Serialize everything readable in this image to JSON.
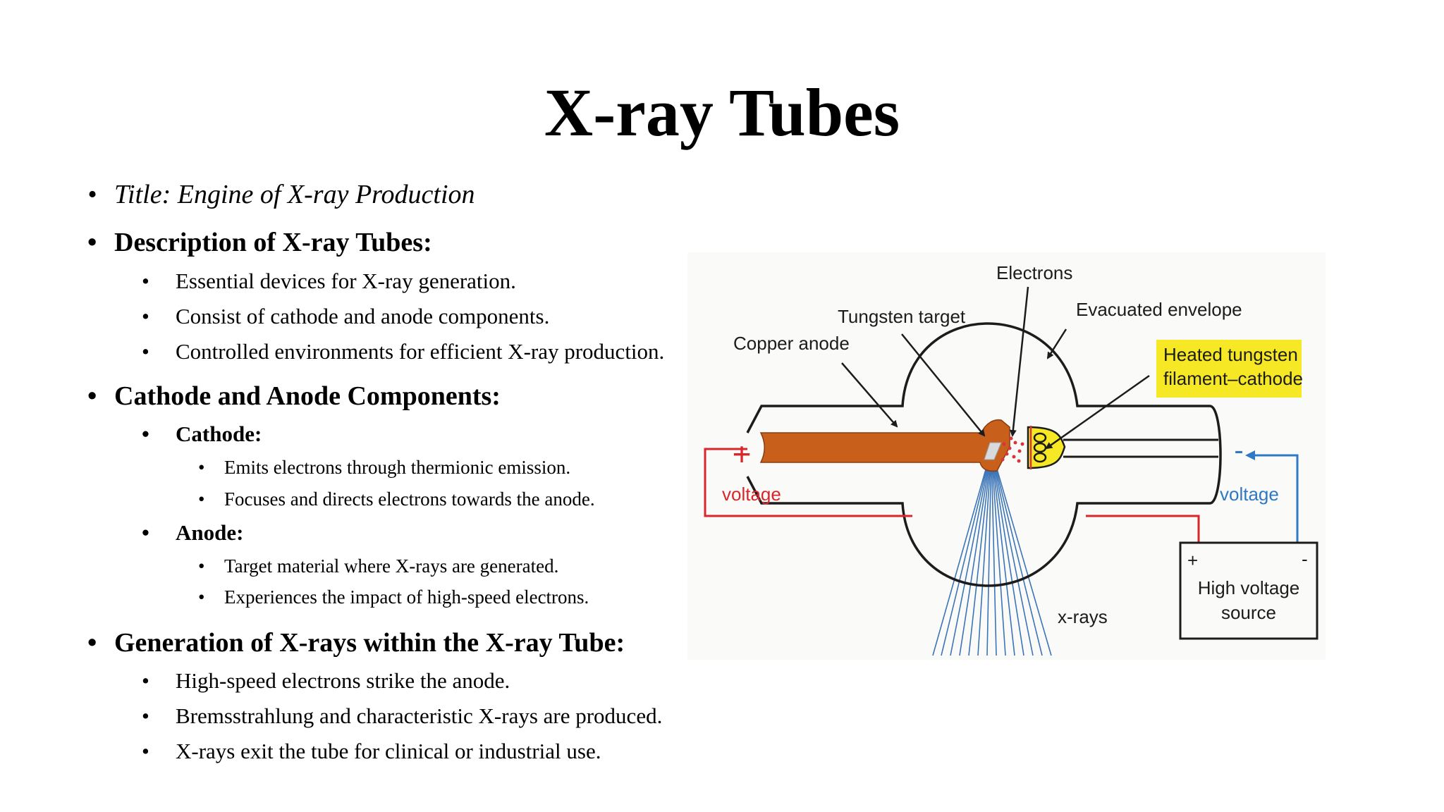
{
  "slide": {
    "title": "X-ray Tubes",
    "bullets": {
      "intro": "Title: Engine of X-ray Production",
      "desc_heading": "Description of X-ray Tubes:",
      "desc_items": [
        "Essential devices for X-ray generation.",
        "Consist of cathode and anode components.",
        "Controlled environments for efficient X-ray production."
      ],
      "components_heading": "Cathode and Anode Components:",
      "cathode_heading": "Cathode:",
      "cathode_items": [
        "Emits electrons through thermionic emission.",
        "Focuses and directs electrons towards the anode."
      ],
      "anode_heading": "Anode:",
      "anode_items": [
        "Target material where X-rays are generated.",
        "Experiences the impact of high-speed electrons."
      ],
      "generation_heading": "Generation of X-rays within the X-ray Tube:",
      "generation_items": [
        "High-speed electrons strike the anode.",
        "Bremsstrahlung and characteristic X-rays are produced.",
        "X-rays exit the tube for clinical or industrial use."
      ],
      "bullet_glyph": "•"
    }
  },
  "diagram": {
    "labels": {
      "electrons": "Electrons",
      "tungsten_target": "Tungsten target",
      "evacuated_envelope": "Evacuated envelope",
      "copper_anode": "Copper anode",
      "heated_filament_line1": "Heated tungsten",
      "heated_filament_line2": "filament–cathode",
      "plus_sign": "+",
      "minus_sign": "-",
      "voltage_left": "voltage",
      "voltage_right": "voltage",
      "source_plus": "+",
      "source_minus": "-",
      "source_line1": "High voltage",
      "source_line2": "source",
      "xrays": "x-rays"
    },
    "colors": {
      "anode": "#c8601c",
      "filament_highlight": "#f6e824",
      "positive_wire": "#d9262c",
      "negative_wire": "#2f78c4",
      "xray_beams": "#3c74b8",
      "electrons": "#d8343c"
    }
  }
}
